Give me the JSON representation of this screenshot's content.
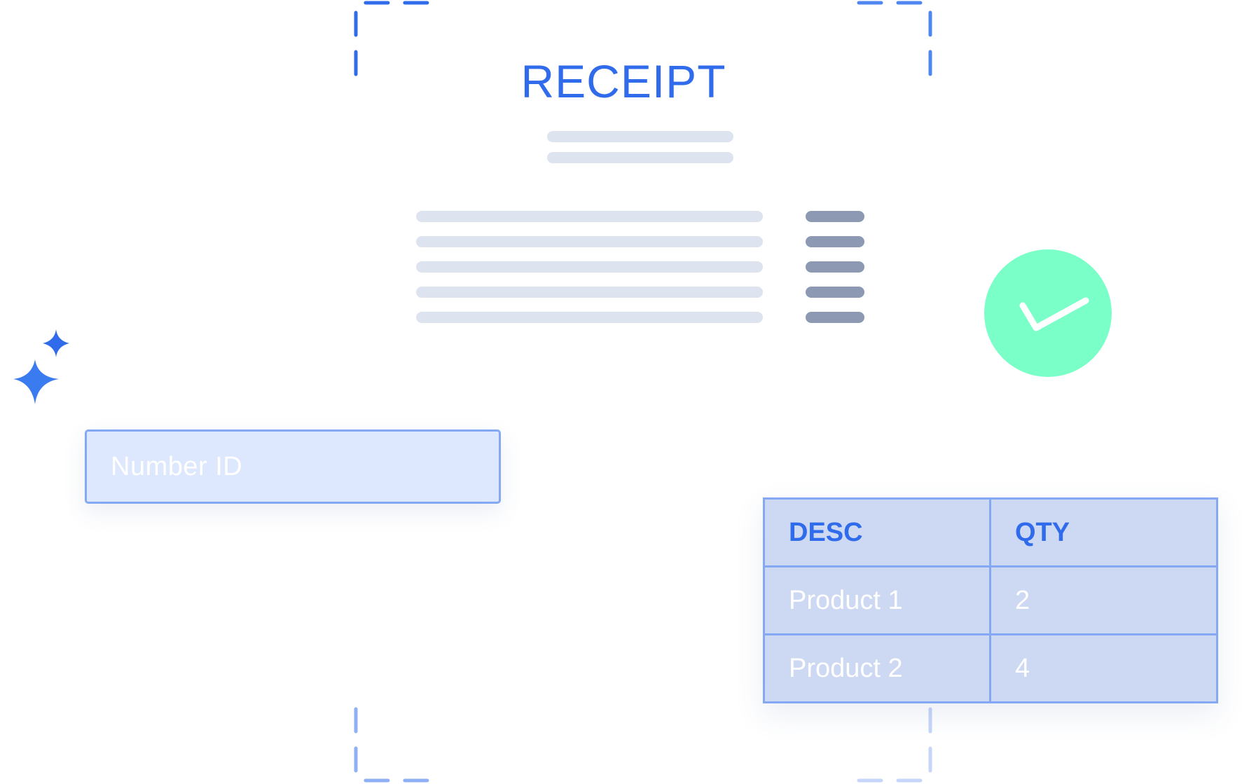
{
  "receipt": {
    "title": "RECEIPT"
  },
  "number_id_field": {
    "text": "Number ID"
  },
  "items_table": {
    "headers": [
      "DESC",
      "QTY"
    ],
    "rows": [
      [
        "Product 1",
        "2"
      ],
      [
        "Product 2",
        "4"
      ]
    ]
  },
  "colors": {
    "accent_blue": "#2f6bea",
    "field_border": "#85a8f5",
    "field_fill": "#dde8fe",
    "table_fill": "#cdd8f3",
    "success_green": "#7bffc9",
    "placeholder_line": "#dde3ef",
    "value_line": "#8d99b3"
  },
  "icons": {
    "check": "check-icon",
    "sparkles": "sparkles-icon"
  }
}
